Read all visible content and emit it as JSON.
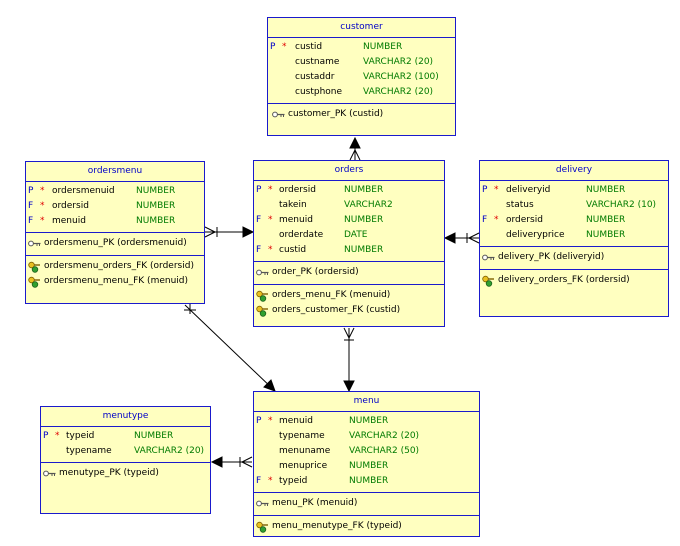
{
  "tables": {
    "customer": {
      "title": "customer",
      "columns": [
        {
          "flag": "P",
          "mark": "*",
          "name": "custid",
          "type": "NUMBER"
        },
        {
          "flag": "",
          "mark": "",
          "name": "custname",
          "type": "VARCHAR2 (20)"
        },
        {
          "flag": "",
          "mark": "",
          "name": "custaddr",
          "type": "VARCHAR2 (100)"
        },
        {
          "flag": "",
          "mark": "",
          "name": "custphone",
          "type": "VARCHAR2 (20)"
        }
      ],
      "pk": "customer_PK (custid)"
    },
    "ordersmenu": {
      "title": "ordersmenu",
      "columns": [
        {
          "flag": "P",
          "mark": "*",
          "name": "ordersmenuid",
          "type": "NUMBER"
        },
        {
          "flag": "F",
          "mark": "*",
          "name": "ordersid",
          "type": "NUMBER"
        },
        {
          "flag": "F",
          "mark": "*",
          "name": "menuid",
          "type": "NUMBER"
        }
      ],
      "pk": "ordersmenu_PK (ordersmenuid)",
      "fks": [
        "ordersmenu_orders_FK (ordersid)",
        "ordersmenu_menu_FK (menuid)"
      ]
    },
    "orders": {
      "title": "orders",
      "columns": [
        {
          "flag": "P",
          "mark": "*",
          "name": "ordersid",
          "type": "NUMBER"
        },
        {
          "flag": "",
          "mark": "",
          "name": "takein",
          "type": "VARCHAR2"
        },
        {
          "flag": "F",
          "mark": "*",
          "name": "menuid",
          "type": "NUMBER"
        },
        {
          "flag": "",
          "mark": "",
          "name": "orderdate",
          "type": "DATE"
        },
        {
          "flag": "F",
          "mark": "*",
          "name": "custid",
          "type": "NUMBER"
        }
      ],
      "pk": "order_PK (ordersid)",
      "fks": [
        "orders_menu_FK (menuid)",
        "orders_customer_FK (custid)"
      ]
    },
    "delivery": {
      "title": "delivery",
      "columns": [
        {
          "flag": "P",
          "mark": "*",
          "name": "deliveryid",
          "type": "NUMBER"
        },
        {
          "flag": "",
          "mark": "",
          "name": "status",
          "type": "VARCHAR2 (10)"
        },
        {
          "flag": "F",
          "mark": "*",
          "name": "ordersid",
          "type": "NUMBER"
        },
        {
          "flag": "",
          "mark": "",
          "name": "deliveryprice",
          "type": "NUMBER"
        }
      ],
      "pk": "delivery_PK (deliveryid)",
      "fks": [
        "delivery_orders_FK (ordersid)"
      ]
    },
    "menutype": {
      "title": "menutype",
      "columns": [
        {
          "flag": "P",
          "mark": "*",
          "name": "typeid",
          "type": "NUMBER"
        },
        {
          "flag": "",
          "mark": "",
          "name": "typename",
          "type": "VARCHAR2 (20)"
        }
      ],
      "pk": "menutype_PK (typeid)"
    },
    "menu": {
      "title": "menu",
      "columns": [
        {
          "flag": "P",
          "mark": "*",
          "name": "menuid",
          "type": "NUMBER"
        },
        {
          "flag": "",
          "mark": "",
          "name": "typename",
          "type": "VARCHAR2 (20)"
        },
        {
          "flag": "",
          "mark": "",
          "name": "menuname",
          "type": "VARCHAR2 (50)"
        },
        {
          "flag": "",
          "mark": "",
          "name": "menuprice",
          "type": "NUMBER"
        },
        {
          "flag": "F",
          "mark": "*",
          "name": "typeid",
          "type": "NUMBER"
        }
      ],
      "pk": "menu_PK (menuid)",
      "fks": [
        "menu_menutype_FK (typeid)"
      ]
    }
  },
  "colors": {
    "table_fill": "#ffffc0",
    "border": "#1a1acc",
    "title_text": "#0000c8",
    "key_flag": "#0000c8",
    "mandatory_mark": "#e00000",
    "datatype_text": "#007a00"
  },
  "icons": {
    "primary_key": "pk-key-icon",
    "foreign_key": "fk-key-icon"
  }
}
